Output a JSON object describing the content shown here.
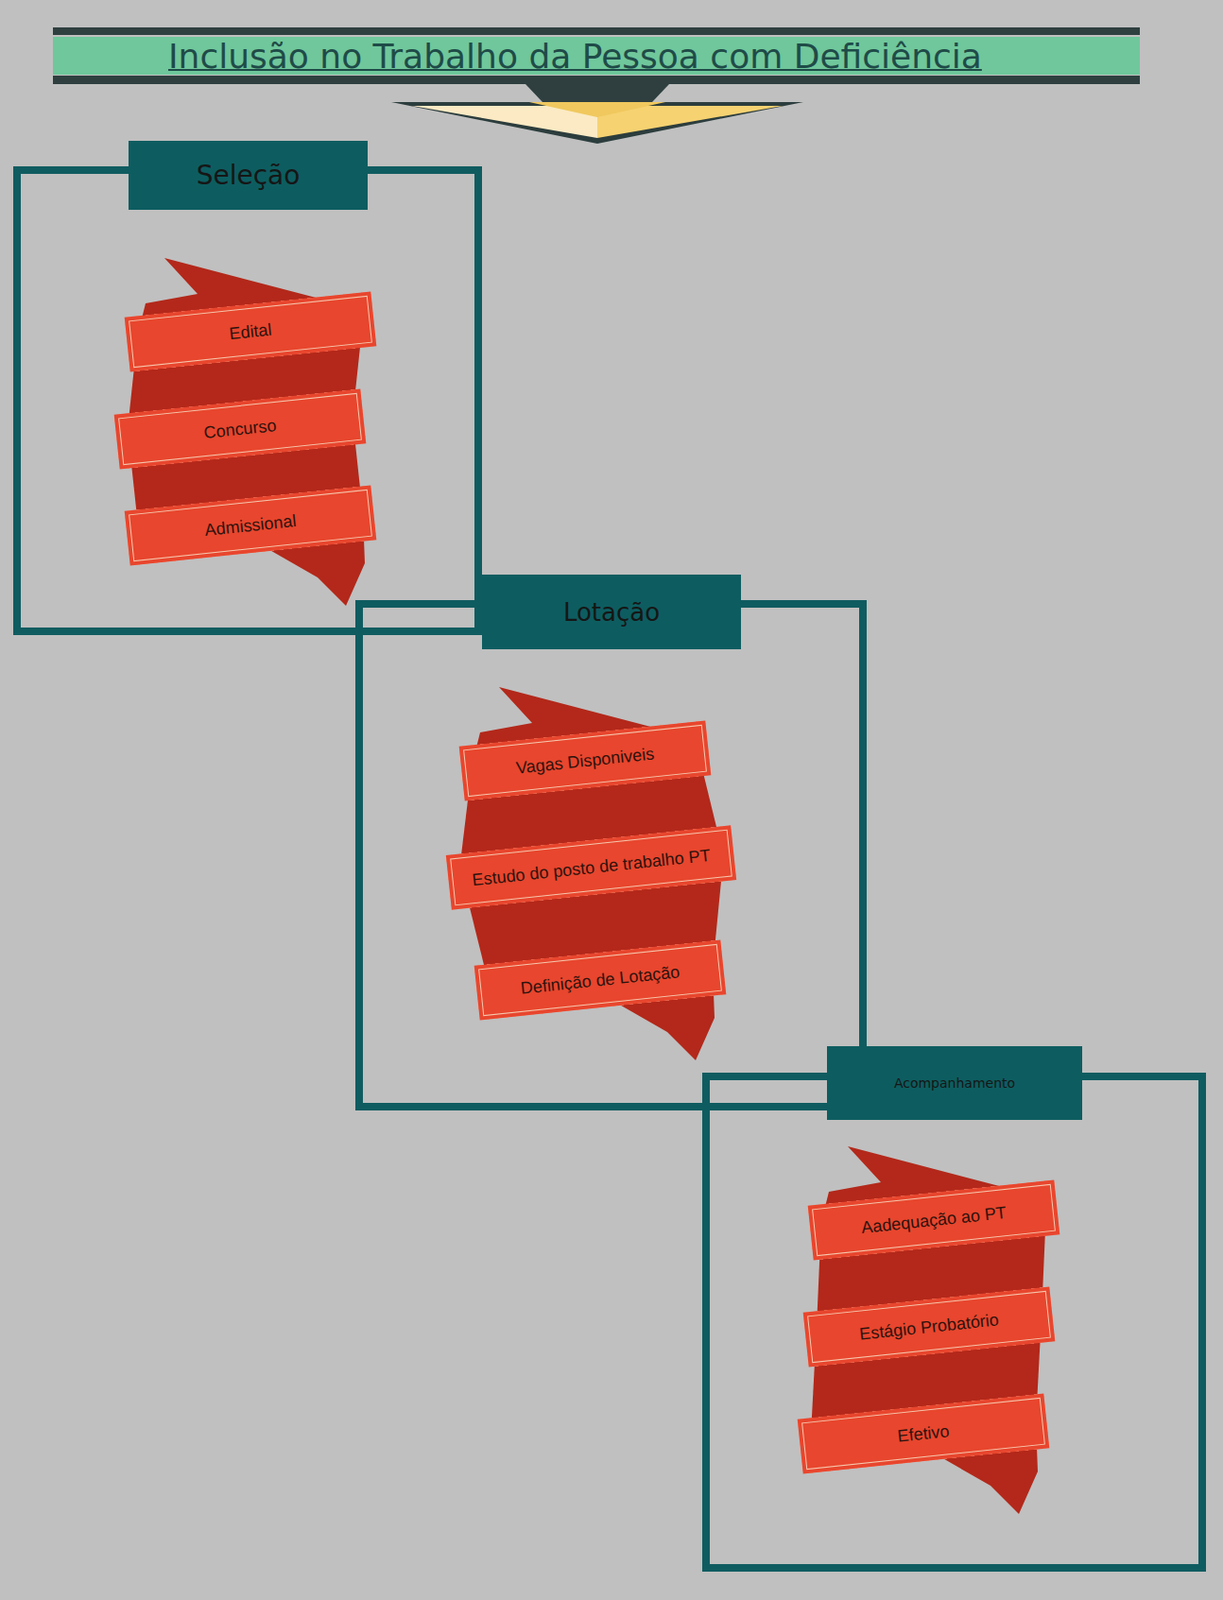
{
  "diagram": {
    "title": "Inclusão no Trabalho da Pessoa com Deficiência",
    "nodes": [
      {
        "text": [
          "Seleção"
        ]
      },
      {
        "text": [
          "Edital"
        ],
        "in": 0
      },
      {
        "text": [
          "Concurso"
        ],
        "in": 0
      },
      {
        "text": [
          "Admissional"
        ],
        "in": 0
      },
      {
        "text": [
          "Lotação"
        ]
      },
      {
        "text": [
          "Vagas Disponiveis"
        ],
        "in": 4
      },
      {
        "text": [
          "Estudo do posto de trabalho PT"
        ],
        "in": 4
      },
      {
        "text": [
          "Definição de Lotação"
        ],
        "in": 4
      },
      {
        "text": [
          "Acompanhamento"
        ]
      },
      {
        "text": [
          "Aadequação ao PT"
        ],
        "in": 8
      },
      {
        "text": [
          "Estágio Probatório"
        ],
        "in": 8
      },
      {
        "text": [
          "Efetivo"
        ],
        "in": 8
      }
    ]
  }
}
